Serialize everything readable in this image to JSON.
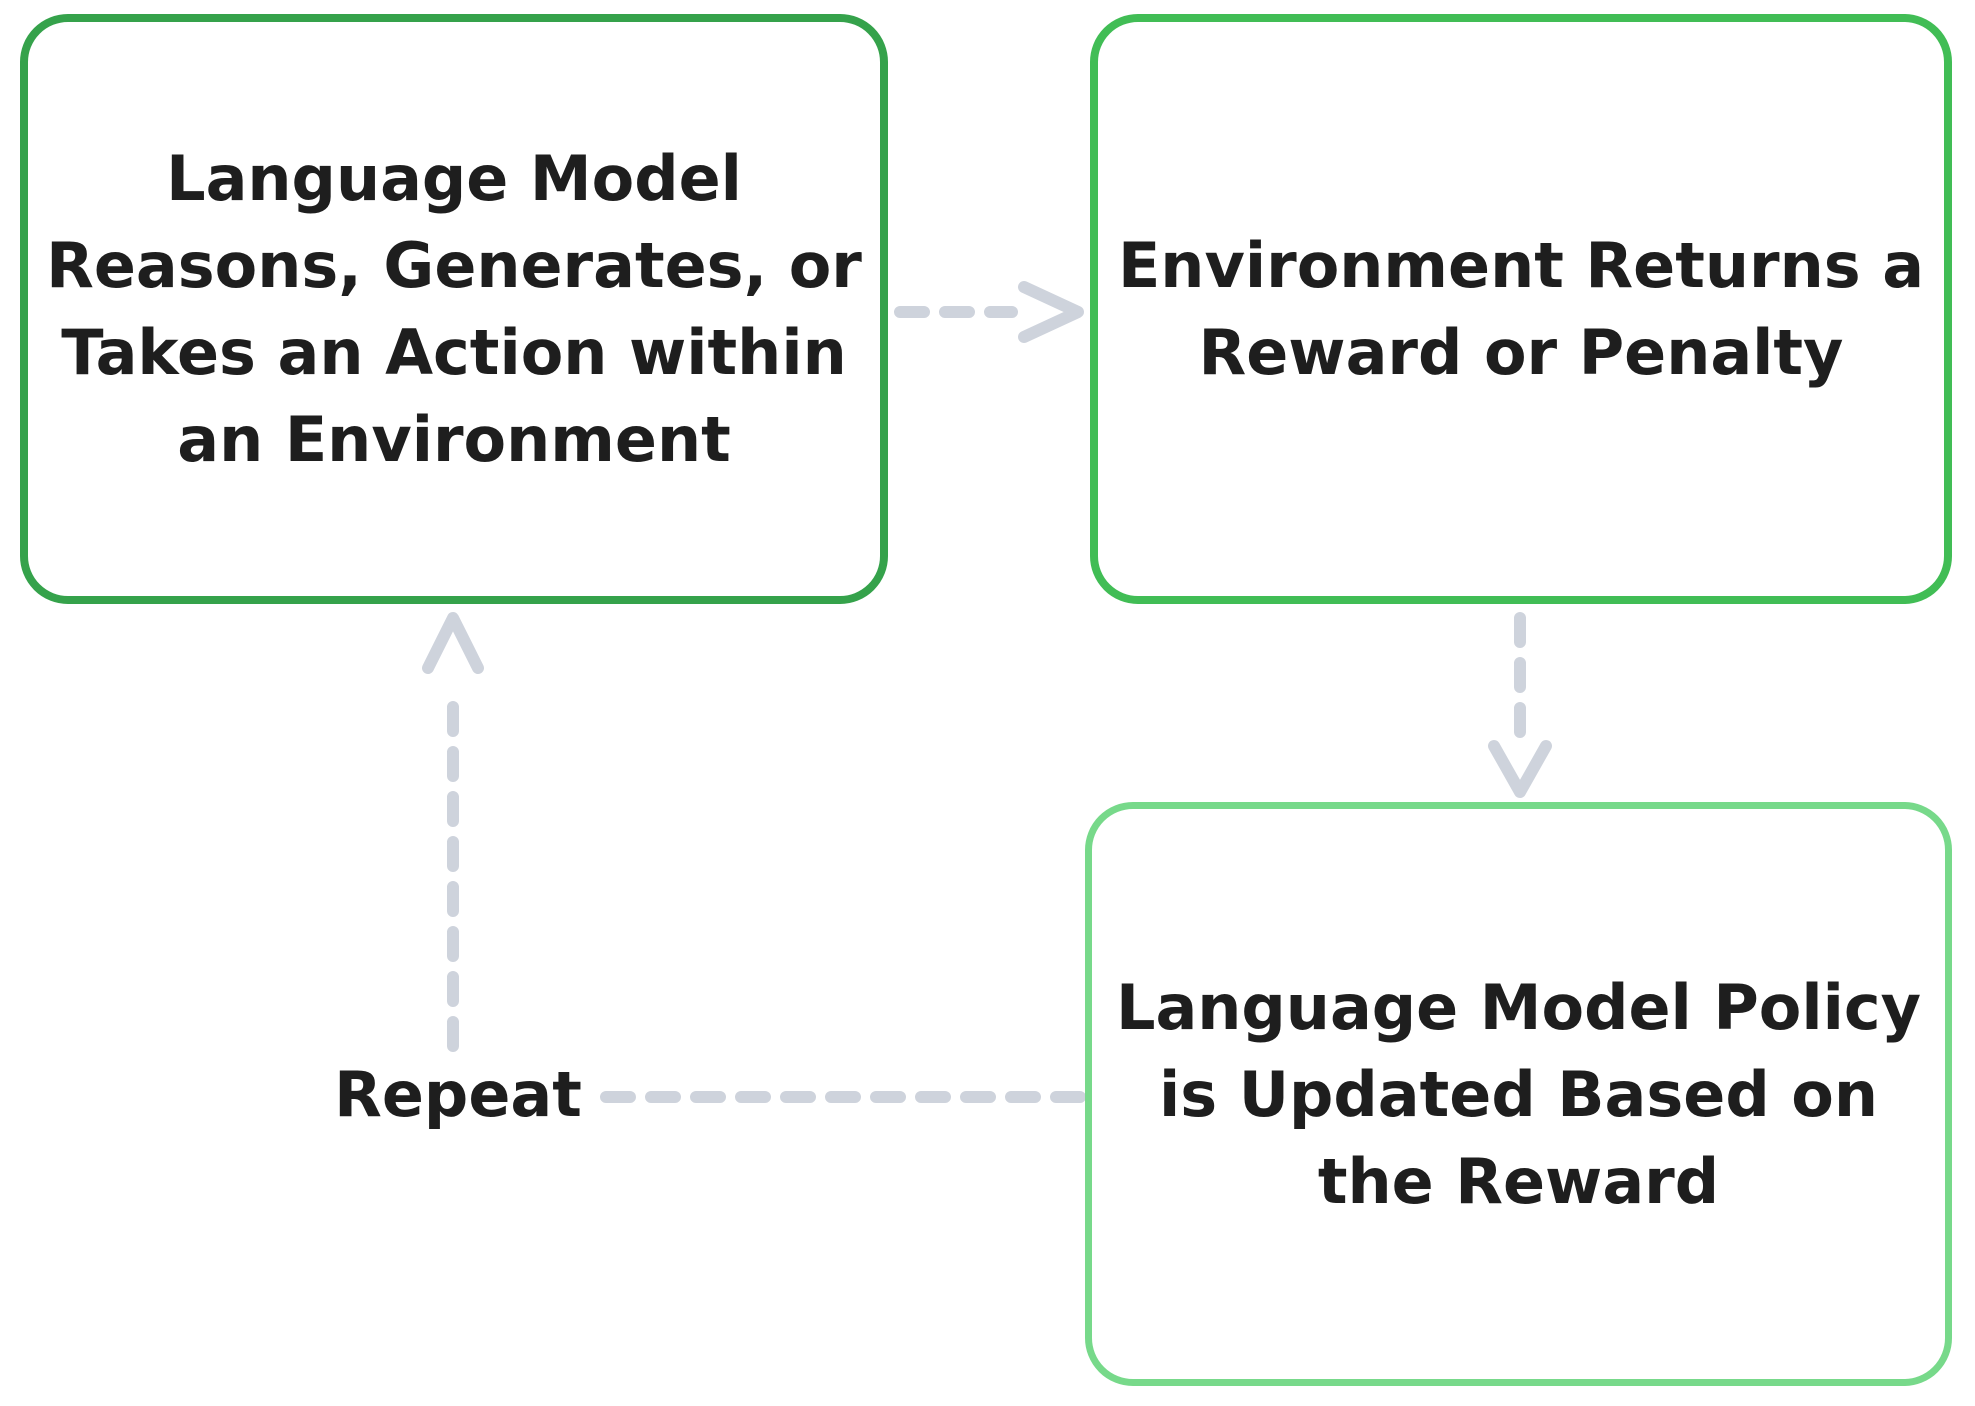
{
  "diagram": {
    "background_color": "#ffffff",
    "text_color": "#1e1e1e",
    "arrow_color": "#ced3dc",
    "nodes": [
      {
        "id": "lm-action",
        "border_color": "#35a24b",
        "lines": [
          "Language Model",
          "Reasons, Generates, or",
          "Takes an Action within",
          "an Environment"
        ]
      },
      {
        "id": "env-reward",
        "border_color": "#41bd55",
        "lines": [
          "Environment Returns a",
          "Reward or Penalty"
        ]
      },
      {
        "id": "policy-update",
        "border_color": "#77d98a",
        "lines": [
          "Language Model Policy",
          "is Updated Based on",
          "the Reward"
        ]
      }
    ],
    "loop_label": "Repeat"
  }
}
